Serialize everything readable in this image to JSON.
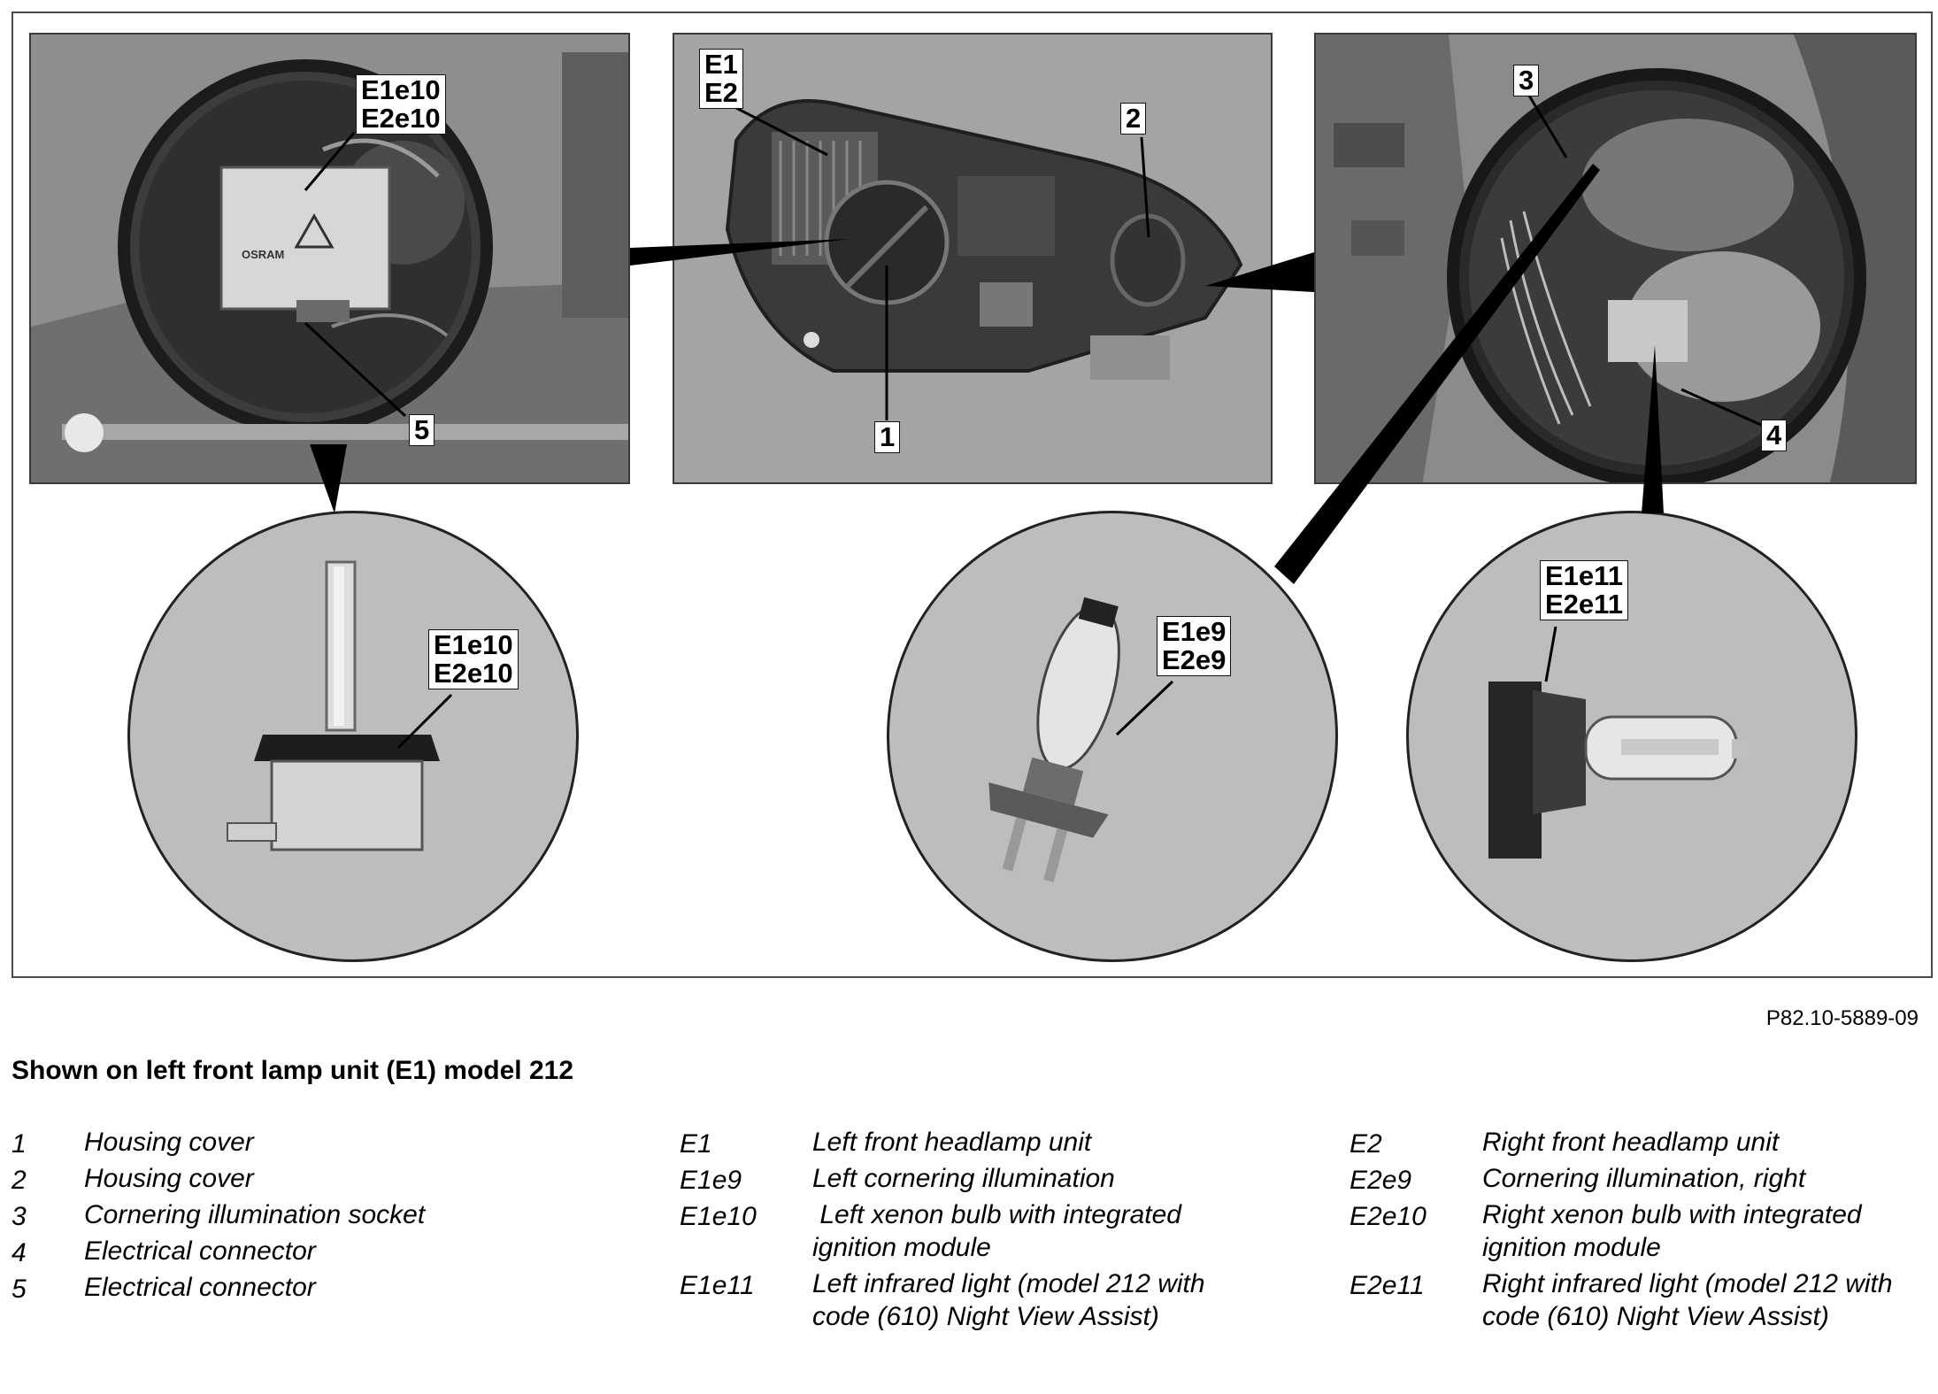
{
  "figure": {
    "reference": "P82.10-5889-09",
    "callouts": {
      "left_photo_tag": "E1e10\nE2e10",
      "left_photo_num": "5",
      "center_photo_tag": "E1\nE2",
      "center_num_2": "2",
      "center_num_1": "1",
      "right_num_3": "3",
      "right_num_4": "4",
      "circle_left_tag": "E1e10\nE2e10",
      "circle_mid_tag": "E1e9\nE2e9",
      "circle_right_tag": "E1e11\nE2e11"
    },
    "photo_labels": {
      "osram": "OSRAM"
    }
  },
  "legend": {
    "title": "Shown on left front lamp unit (E1) model 212",
    "col1": [
      {
        "key": "1",
        "text": "Housing cover"
      },
      {
        "key": "2",
        "text": "Housing cover"
      },
      {
        "key": "3",
        "text": "Cornering illumination socket"
      },
      {
        "key": "4",
        "text": "Electrical connector"
      },
      {
        "key": "5",
        "text": "Electrical connector"
      }
    ],
    "col2": [
      {
        "key": "E1",
        "text": "Left front headlamp unit"
      },
      {
        "key": "E1e9",
        "text": "Left cornering illumination"
      },
      {
        "key": "E1e10",
        "text": " Left xenon bulb with integrated ignition module"
      },
      {
        "key": "E1e11",
        "text": "Left infrared light (model 212 with code (610) Night View Assist)"
      }
    ],
    "col3": [
      {
        "key": "E2",
        "text": "Right front headlamp unit"
      },
      {
        "key": "E2e9",
        "text": "Cornering illumination, right"
      },
      {
        "key": "E2e10",
        "text": "Right xenon bulb with integrated ignition module"
      },
      {
        "key": "E2e11",
        "text": "Right infrared light (model 212 with code (610) Night View Assist)"
      }
    ]
  }
}
